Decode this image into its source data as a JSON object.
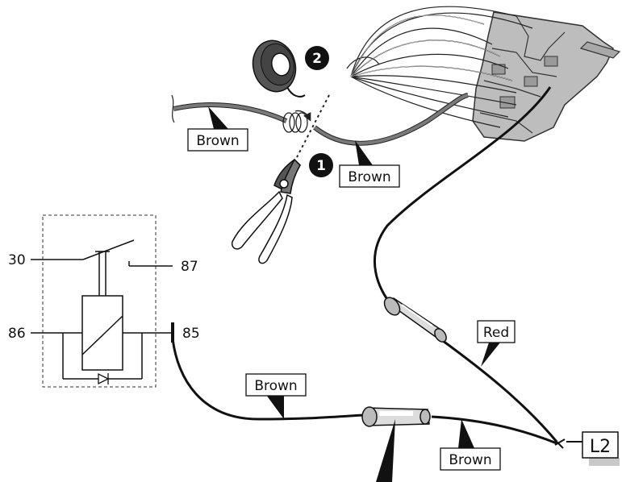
{
  "wire_labels": {
    "brown_upper_left": "Brown",
    "brown_upper_right": "Brown",
    "red": "Red",
    "brown_lower_left": "Brown",
    "brown_lower_right": "Brown"
  },
  "connector_label": "L2",
  "steps": {
    "cut": "1",
    "tape": "2"
  },
  "relay": {
    "terminal_30": "30",
    "terminal_87": "87",
    "terminal_86": "86",
    "terminal_85": "85"
  }
}
